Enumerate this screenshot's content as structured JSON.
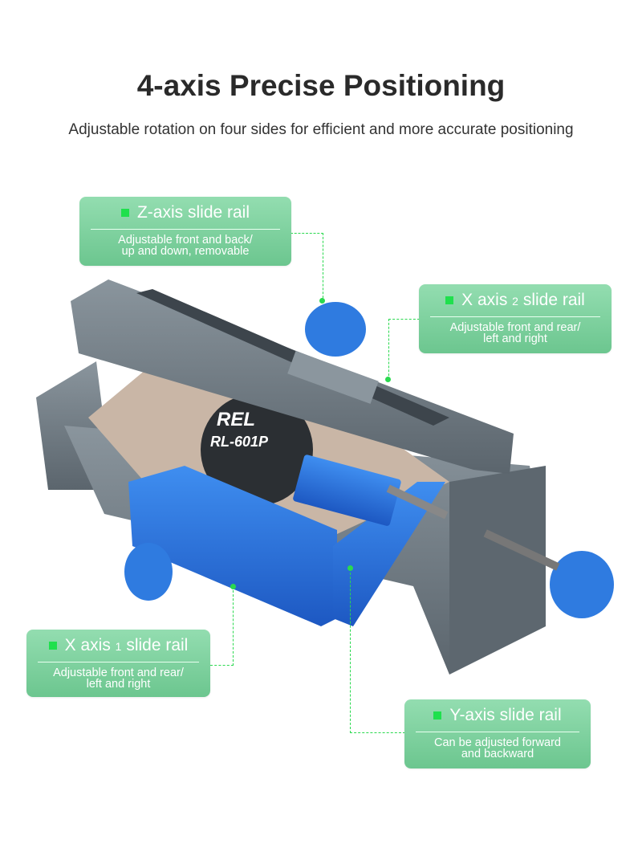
{
  "header": {
    "title": "4-axis Precise Positioning",
    "subtitle": "Adjustable rotation on four sides for efficient and more accurate positioning"
  },
  "product_logo": {
    "brand": "REL",
    "model": "RL-601P"
  },
  "callouts": {
    "z_axis": {
      "title": "Z-axis slide rail",
      "desc_line1": "Adjustable front and back/",
      "desc_line2": "up and down, removable"
    },
    "x_axis_2": {
      "title_pre": "X axis",
      "title_num": "2",
      "title_post": "slide rail",
      "desc_line1": "Adjustable front and rear/",
      "desc_line2": "left and right"
    },
    "x_axis_1": {
      "title_pre": "X axis",
      "title_num": "1",
      "title_post": "slide rail",
      "desc_line1": "Adjustable front and rear/",
      "desc_line2": "left and right"
    },
    "y_axis": {
      "title": "Y-axis slide rail",
      "desc_line1": "Can be adjusted forward",
      "desc_line2": "and backward"
    }
  },
  "colors": {
    "accent_green": "#6cc68f",
    "marker_green": "#1fe04d",
    "fixture_blue": "#2a6fd6",
    "fixture_gray": "#6c7780"
  }
}
